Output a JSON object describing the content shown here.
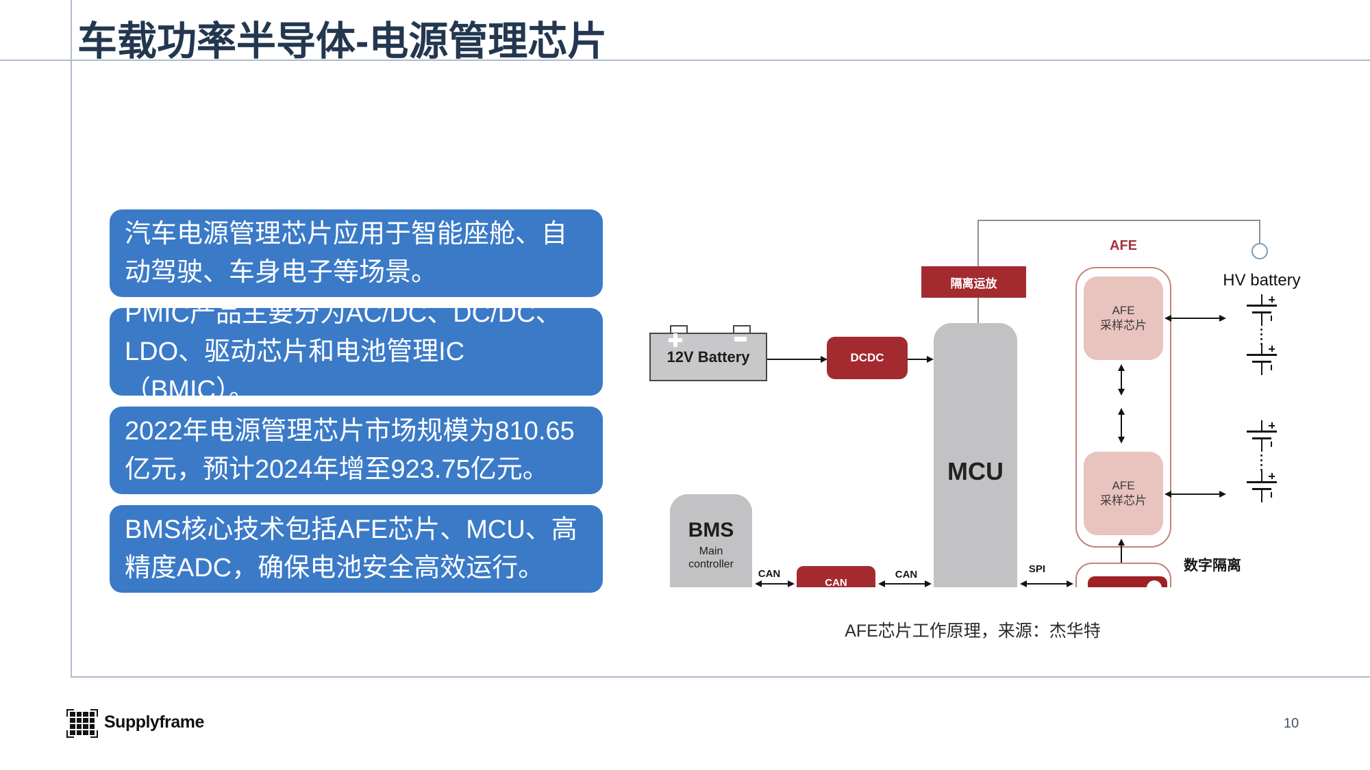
{
  "title": "车载功率半导体-电源管理芯片",
  "bullets": [
    "汽车电源管理芯片应用于智能座舱、自\n动驾驶、车身电子等场景。",
    "PMIC产品主要分为AC/DC、DC/DC、\nLDO、驱动芯片和电池管理IC（BMIC）。",
    "2022年电源管理芯片市场规模为810.65\n亿元，预计2024年增至923.75亿元。",
    "BMS核心技术包括AFE芯片、MCU、高\n精度ADC，确保电池安全高效运行。"
  ],
  "diagram": {
    "battery12v_label": "12V Battery",
    "dcdc_label": "DCDC",
    "mcu_label": "MCU",
    "iso_amp_label": "隔离运放",
    "afe_group_label": "AFE",
    "afe_chip_top_label": "AFE\n采样芯片",
    "afe_chip_bottom_label": "AFE\n采样芯片",
    "hv_battery_label": "HV battery",
    "bms_title": "BMS",
    "bms_subtitle": "Main\ncontroller",
    "can_box_label": "CAN",
    "can_left_label": "CAN",
    "can_right_label": "CAN",
    "spi_label": "SPI",
    "digital_isolation_label": "数字隔离"
  },
  "caption": "AFE芯片工作原理，来源：杰华特",
  "footer": {
    "logo_text": "Supplyframe",
    "page_number": "10"
  },
  "colors": {
    "accent_blue": "#3B7AC7",
    "dark_red": "#A32B30",
    "chip_pink": "#E9C3BD",
    "title_navy": "#233750",
    "frame_gray_blue": "#AEBBCC"
  }
}
